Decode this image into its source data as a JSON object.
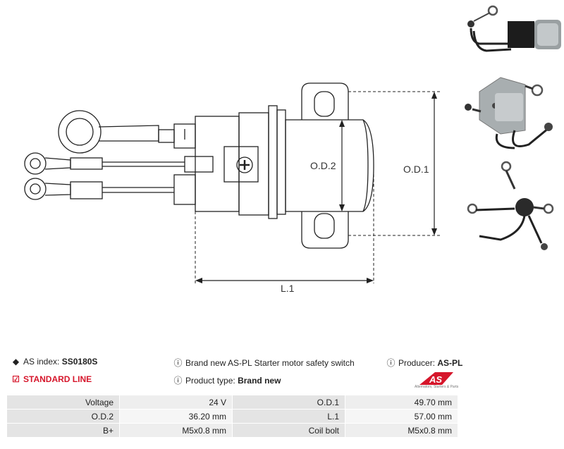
{
  "drawing": {
    "label_od1": "O.D.1",
    "label_od2": "O.D.2",
    "label_l1": "L.1"
  },
  "info": {
    "as_index_label": "AS index:",
    "as_index_value": "SS0180S",
    "line": "STANDARD LINE",
    "description": "Brand new AS-PL Starter motor safety switch",
    "product_type_label": "Product type:",
    "product_type_value": "Brand new",
    "producer_label": "Producer:",
    "producer_value": "AS-PL"
  },
  "logo": {
    "text": "AS",
    "subtext": "Alternators, Starters & Parts",
    "color": "#d6162b"
  },
  "specs": [
    {
      "k1": "Voltage",
      "v1": "24 V",
      "k2": "O.D.1",
      "v2": "49.70 mm"
    },
    {
      "k1": "O.D.2",
      "v1": "36.20 mm",
      "k2": "L.1",
      "v2": "57.00 mm"
    },
    {
      "k1": "B+",
      "v1": "M5x0.8 mm",
      "k2": "Coil bolt",
      "v2": "M5x0.8 mm"
    }
  ]
}
